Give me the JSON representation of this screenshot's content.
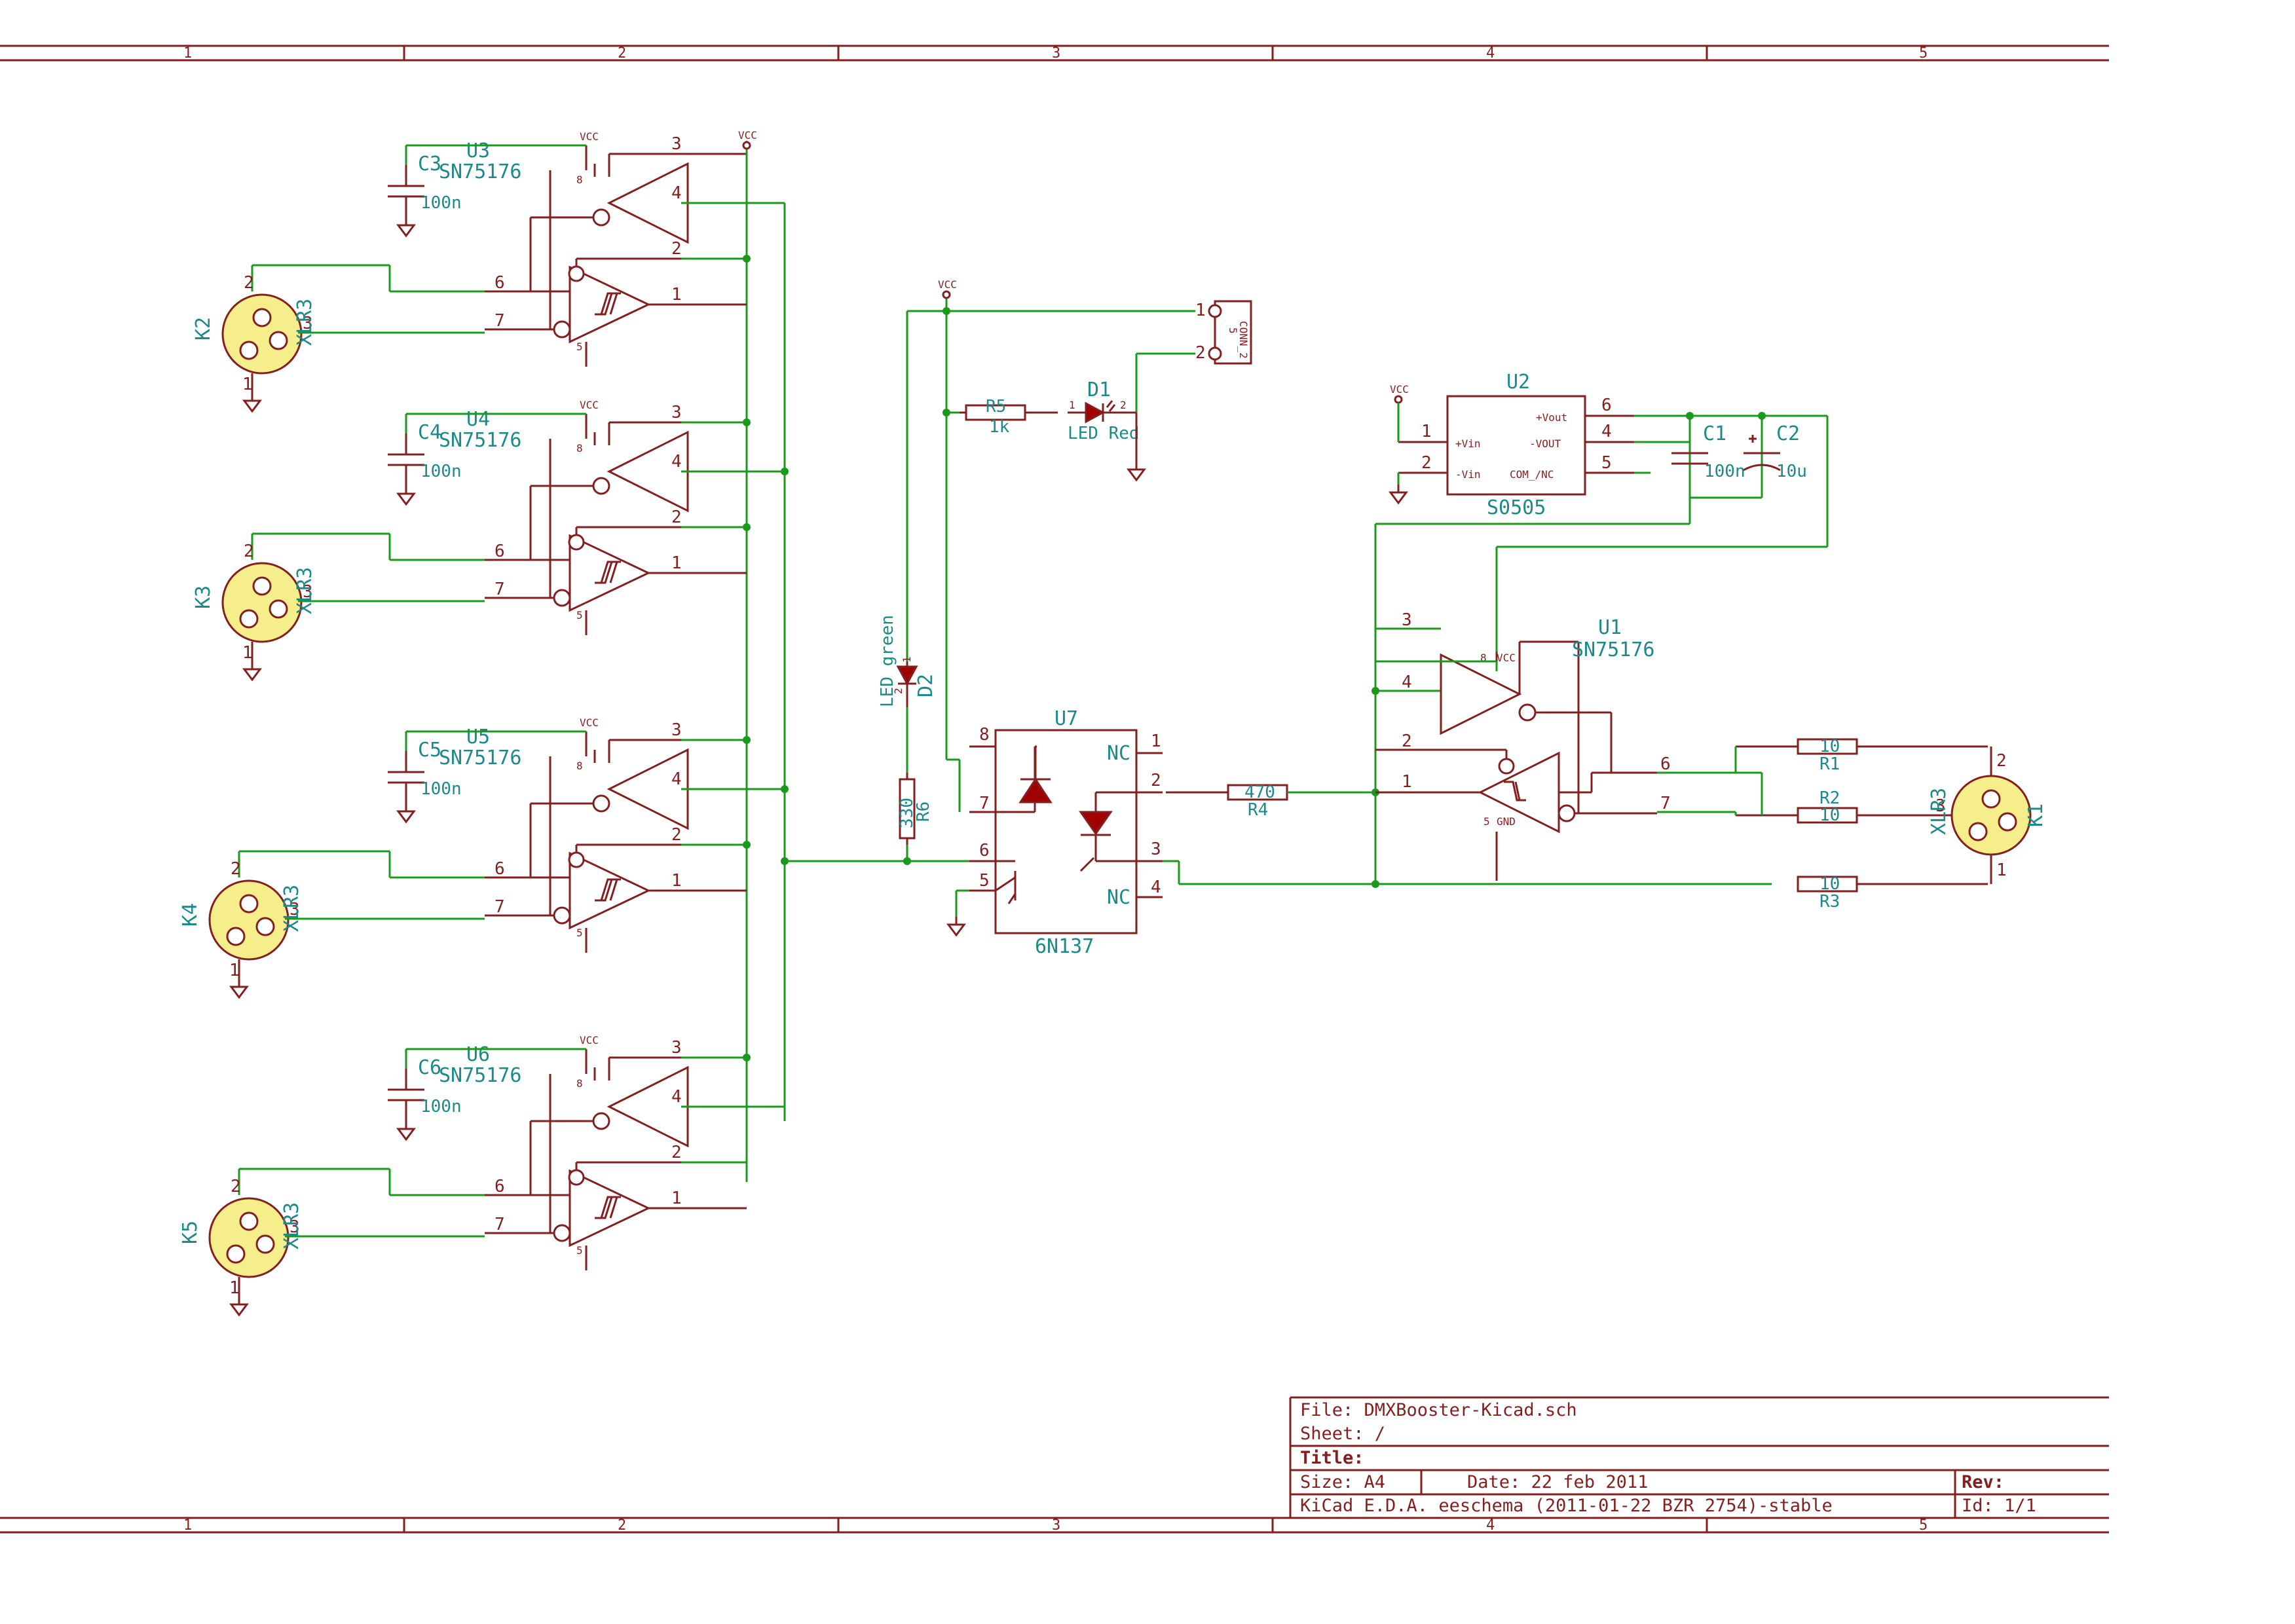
{
  "frame": {
    "columns": [
      "1",
      "2",
      "3",
      "4",
      "5"
    ]
  },
  "title_block": {
    "file": "File: DMXBooster-Kicad.sch",
    "sheet": "Sheet: /",
    "title": "Title:",
    "size": "Size: A4",
    "date": "Date: 22 feb 2011",
    "rev": "Rev:",
    "software": "KiCad E.D.A.  eeschema (2011-01-22 BZR 2754)-stable",
    "id": "Id: 1/1"
  },
  "transceivers": [
    {
      "ref": "U3",
      "value": "SN75176",
      "cap_ref": "C3",
      "cap_value": "100n",
      "connector_ref": "K2",
      "connector_value": "XLR3"
    },
    {
      "ref": "U4",
      "value": "SN75176",
      "cap_ref": "C4",
      "cap_value": "100n",
      "connector_ref": "K3",
      "connector_value": "XLR3"
    },
    {
      "ref": "U5",
      "value": "SN75176",
      "cap_ref": "C5",
      "cap_value": "100n",
      "connector_ref": "K4",
      "connector_value": "XLR3"
    },
    {
      "ref": "U6",
      "value": "SN75176",
      "cap_ref": "C6",
      "cap_value": "100n",
      "connector_ref": "K5",
      "connector_value": "XLR3"
    }
  ],
  "transceiver_pins": {
    "p1": "1",
    "p2": "2",
    "p3": "3",
    "p4": "4",
    "p6": "6",
    "p7": "7",
    "vcc": "8",
    "gnd": "5"
  },
  "labels": {
    "vcc": "VCC",
    "vcc_pin": "VCC",
    "gnd_pin": "GND",
    "xlr_pin1": "1",
    "xlr_pin2": "2",
    "xlr_pin3": "3"
  },
  "optocoupler": {
    "ref": "U7",
    "value": "6N137",
    "nc": "NC",
    "pins": [
      "1",
      "2",
      "3",
      "4",
      "5",
      "6",
      "7",
      "8"
    ]
  },
  "resistors": {
    "R1": {
      "ref": "R1",
      "value": "10"
    },
    "R2": {
      "ref": "R2",
      "value": "10"
    },
    "R3": {
      "ref": "R3",
      "value": "10"
    },
    "R4": {
      "ref": "R4",
      "value": "470"
    },
    "R5": {
      "ref": "R5",
      "value": "1k"
    },
    "R6": {
      "ref": "R6",
      "value": "330"
    }
  },
  "leds": {
    "D1": {
      "ref": "D1",
      "value": "LED Red"
    },
    "D2": {
      "ref": "D2",
      "value": "LED green"
    }
  },
  "power_connector": {
    "ref": "5",
    "value": "CONN_2",
    "pins": [
      "1",
      "2"
    ]
  },
  "dcdc": {
    "ref": "U2",
    "value": "S0505",
    "pin_vin_p": "+Vin",
    "pin_vin_n": "-Vin",
    "pin_vout_p": "+Vout",
    "pin_vout_n": "-VOUT",
    "pin_com": "COM_/NC",
    "pins": [
      "1",
      "2",
      "6",
      "4",
      "5"
    ]
  },
  "caps_out": {
    "C1": {
      "ref": "C1",
      "value": "100n"
    },
    "C2": {
      "ref": "C2",
      "value": "10u"
    }
  },
  "output_transceiver": {
    "ref": "U1",
    "value": "SN75176"
  },
  "output_connector": {
    "ref": "K1",
    "value": "XLR3"
  }
}
